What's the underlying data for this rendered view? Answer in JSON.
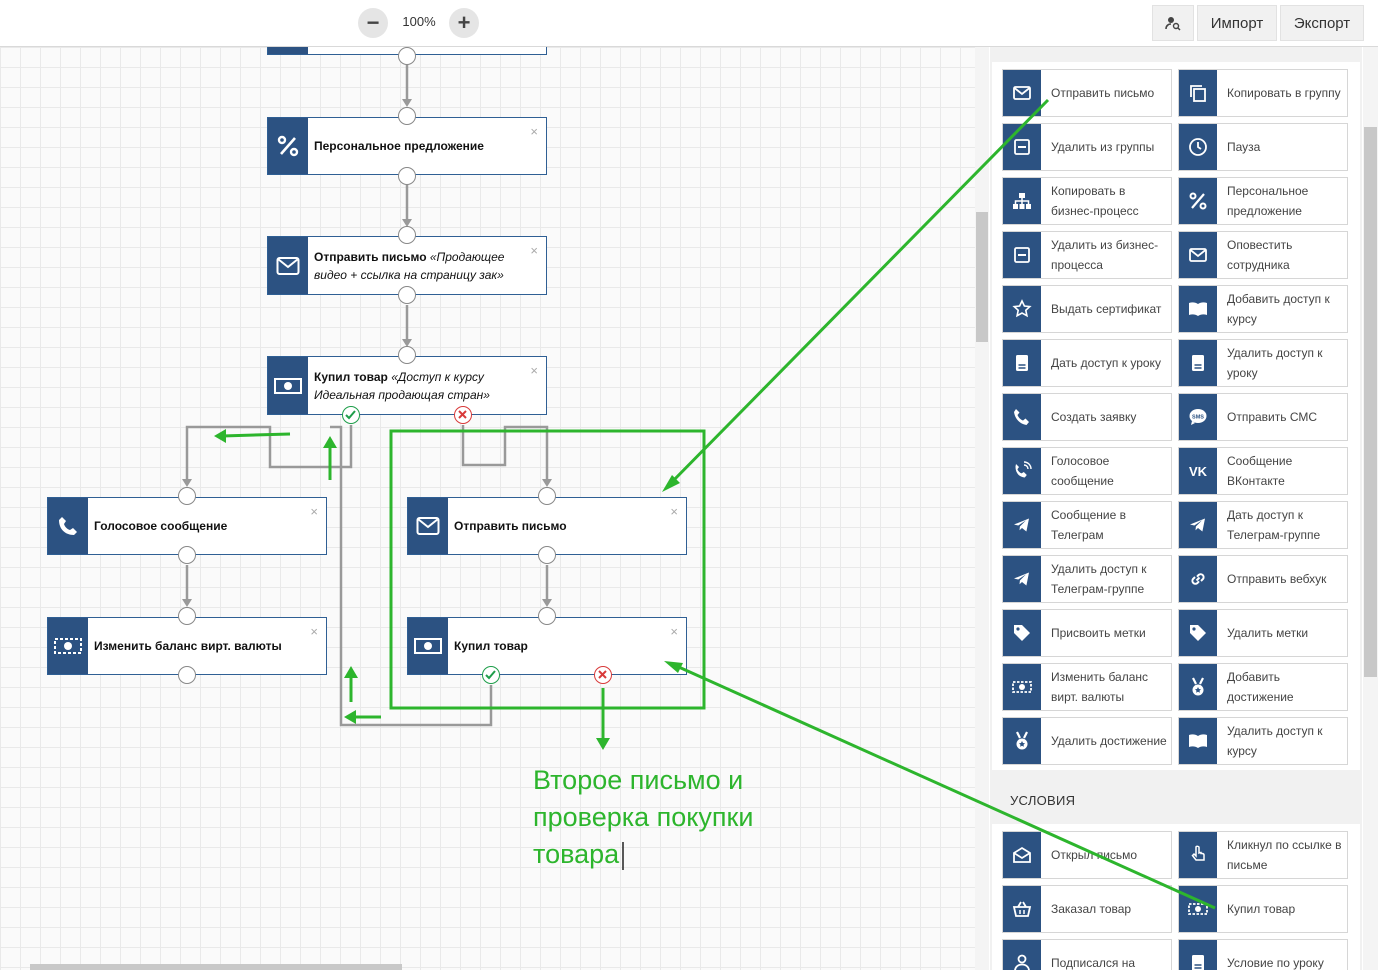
{
  "toolbar": {
    "zoom_out_symbol": "−",
    "zoom_level": "100%",
    "zoom_in_symbol": "+",
    "import_label": "Импорт",
    "export_label": "Экспорт"
  },
  "nodes": [
    {
      "key": "personal-offer",
      "title": "Персональное предложение",
      "subtitle": "",
      "icon": "percent-icon"
    },
    {
      "key": "send-letter-1",
      "title": "Отправить письмо",
      "subtitle": "«Продающее видео + ссылка на страницу зак»",
      "icon": "envelope-icon"
    },
    {
      "key": "bought-product-1",
      "title": "Купил товар",
      "subtitle": "«Доступ к курсу Идеальная продающая стран»",
      "icon": "money-icon"
    },
    {
      "key": "voice-message",
      "title": "Голосовое сообщение",
      "subtitle": "",
      "icon": "phone-icon"
    },
    {
      "key": "change-balance",
      "title": "Изменить баланс вирт. валюты",
      "subtitle": "",
      "icon": "money-icon"
    },
    {
      "key": "send-letter-2",
      "title": "Отправить письмо",
      "subtitle": "",
      "icon": "envelope-icon"
    },
    {
      "key": "bought-product-2",
      "title": "Купил товар",
      "subtitle": "",
      "icon": "money-icon"
    }
  ],
  "close_symbol": "×",
  "annotation": "Второе письмо и проверка покупки товара",
  "actions": [
    {
      "label": "Отправить письмо",
      "icon": "envelope-icon"
    },
    {
      "label": "Копировать в группу",
      "icon": "copy-icon"
    },
    {
      "label": "Удалить из группы",
      "icon": "minus-box-icon"
    },
    {
      "label": "Пауза",
      "icon": "clock-icon"
    },
    {
      "label": "Копировать в бизнес-процесс",
      "icon": "sitemap-icon"
    },
    {
      "label": "Персональное предложение",
      "icon": "percent-icon"
    },
    {
      "label": "Удалить из бизнес-процесса",
      "icon": "minus-box-icon"
    },
    {
      "label": "Оповестить сотрудника",
      "icon": "envelope-icon"
    },
    {
      "label": "Выдать сертификат",
      "icon": "star-icon"
    },
    {
      "label": "Добавить доступ к курсу",
      "icon": "book-icon"
    },
    {
      "label": "Дать доступ к уроку",
      "icon": "lesson-icon"
    },
    {
      "label": "Удалить доступ к уроку",
      "icon": "lesson-icon"
    },
    {
      "label": "Создать заявку",
      "icon": "phone-icon"
    },
    {
      "label": "Отправить СМС",
      "icon": "sms-icon"
    },
    {
      "label": "Голосовое сообщение",
      "icon": "voice-icon"
    },
    {
      "label": "Сообщение ВКонтакте",
      "icon": "vk-icon"
    },
    {
      "label": "Сообщение в Телеграм",
      "icon": "telegram-icon"
    },
    {
      "label": "Дать доступ к Телеграм-группе",
      "icon": "telegram-icon"
    },
    {
      "label": "Удалить доступ к Телеграм-группе",
      "icon": "telegram-icon"
    },
    {
      "label": "Отправить вебхук",
      "icon": "link-icon"
    },
    {
      "label": "Присвоить метки",
      "icon": "tag-icon"
    },
    {
      "label": "Удалить метки",
      "icon": "tag-icon"
    },
    {
      "label": "Изменить баланс вирт. валюты",
      "icon": "money-icon"
    },
    {
      "label": "Добавить достижение",
      "icon": "medal-icon"
    },
    {
      "label": "Удалить достижение",
      "icon": "medal-icon"
    },
    {
      "label": "Удалить доступ к курсу",
      "icon": "book-icon"
    }
  ],
  "conditions_title": "УСЛОВИЯ",
  "conditions": [
    {
      "label": "Открыл письмо",
      "icon": "open-envelope-icon"
    },
    {
      "label": "Кликнул по ссылке в письме",
      "icon": "pointer-icon"
    },
    {
      "label": "Заказал товар",
      "icon": "basket-icon"
    },
    {
      "label": "Купил товар",
      "icon": "money-icon"
    },
    {
      "label": "Подписался на",
      "icon": "user-icon"
    },
    {
      "label": "Условие по уроку",
      "icon": "lesson-icon"
    }
  ],
  "colors": {
    "node_blue": "#2c5282",
    "annotation_green": "#2db52d",
    "yes_green": "#1e9e4a",
    "no_red": "#d83a3a"
  }
}
